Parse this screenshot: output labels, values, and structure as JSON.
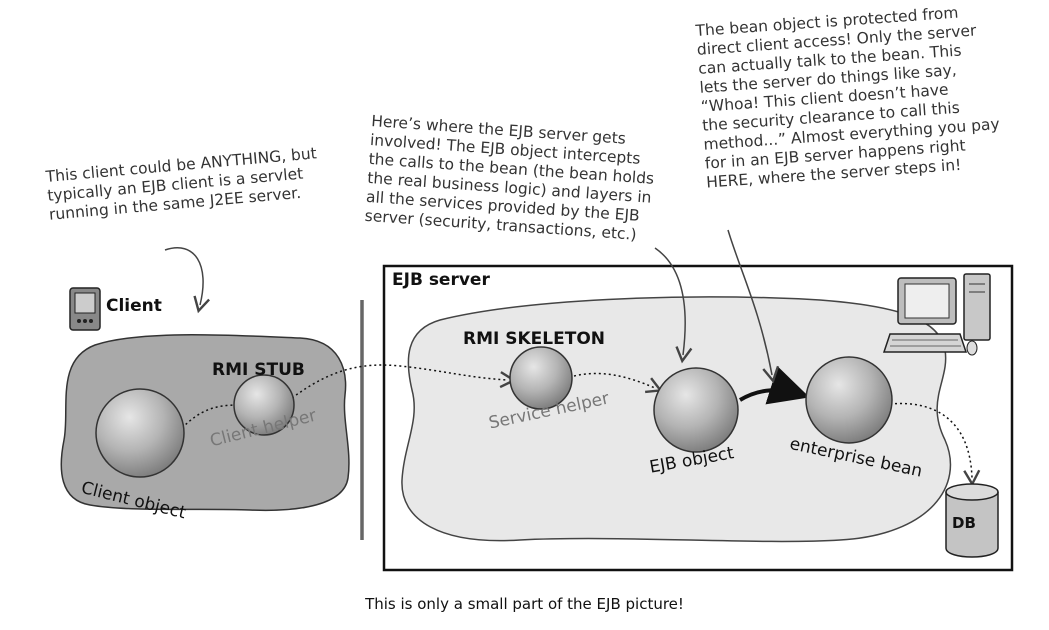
{
  "notes": {
    "client": "This client could be ANYTHING, but\ntypically an EJB client is a servlet\nrunning in the same J2EE server.",
    "server": "Here’s where the EJB server gets\ninvolved! The EJB object intercepts\nthe calls to the bean (the bean holds\nthe real business logic) and layers in\nall the services provided by the EJB\nserver (security, transactions, etc.)",
    "bean": "The bean object is protected from\ndirect client access! Only the server\ncan actually talk to the bean. This\nlets the server do things like say,\n“Whoa! This client doesn’t have\nthe security clearance to call this\nmethod...” Almost everything you pay\nfor in an EJB server happens right\nHERE, where the server steps in!"
  },
  "labels": {
    "client": "Client",
    "ejb_server": "EJB server",
    "rmi_stub": "RMI STUB",
    "rmi_skeleton": "RMI SKELETON",
    "client_object": "Client object",
    "client_helper": "Client helper",
    "service_helper": "Service helper",
    "ejb_object": "EJB object",
    "enterprise_bean": "enterprise bean",
    "db": "DB"
  },
  "caption": "This is only a small part of the EJB picture!",
  "colors": {
    "blob_fill": "#a9a9a9",
    "server_fill": "#ececec",
    "sphere_light": "#d6d6d6",
    "sphere_dark": "#8c8c8c",
    "line": "#222222"
  },
  "icons": [
    "pda-icon",
    "computer-icon",
    "database-icon"
  ]
}
